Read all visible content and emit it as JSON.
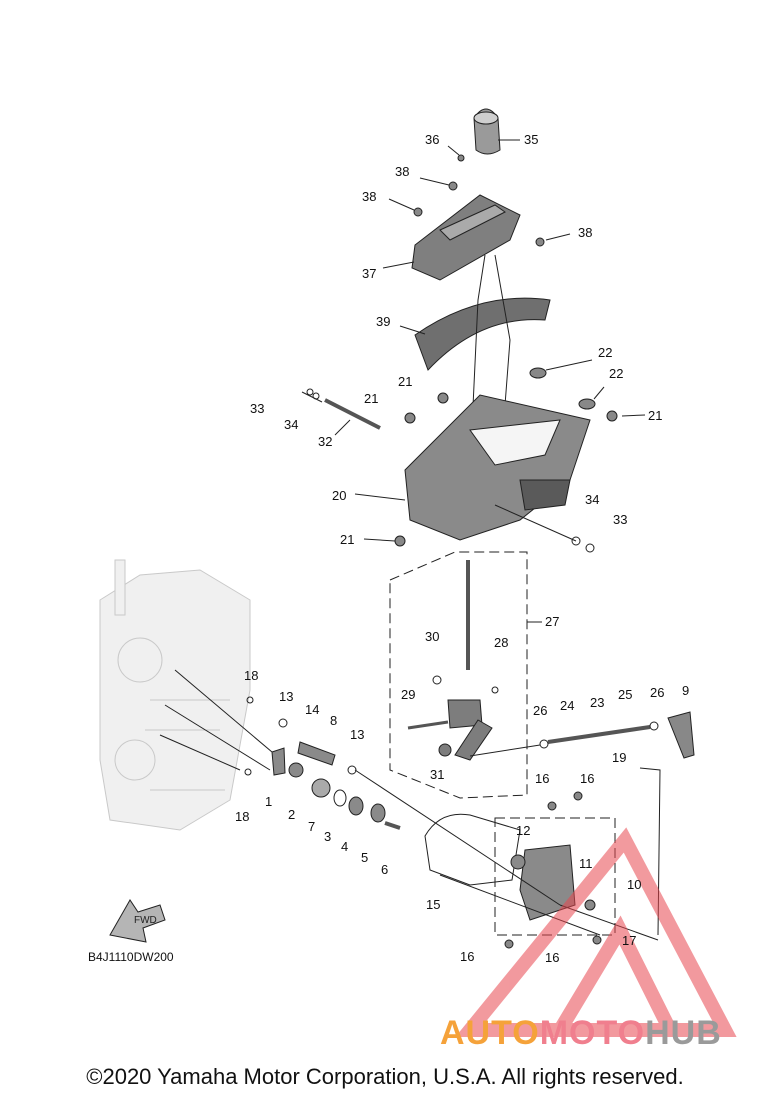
{
  "diagram": {
    "code": "B4J1110DW200",
    "copyright": "©2020 Yamaha Motor Corporation, U.S.A. All rights reserved.",
    "fwd_label": "FWD",
    "callouts": [
      {
        "id": "c35",
        "label": "35"
      },
      {
        "id": "c36",
        "label": "36"
      },
      {
        "id": "c38a",
        "label": "38"
      },
      {
        "id": "c38b",
        "label": "38"
      },
      {
        "id": "c38c",
        "label": "38"
      },
      {
        "id": "c37",
        "label": "37"
      },
      {
        "id": "c39",
        "label": "39"
      },
      {
        "id": "c22a",
        "label": "22"
      },
      {
        "id": "c22b",
        "label": "22"
      },
      {
        "id": "c21a",
        "label": "21"
      },
      {
        "id": "c21b",
        "label": "21"
      },
      {
        "id": "c21c",
        "label": "21"
      },
      {
        "id": "c21d",
        "label": "21"
      },
      {
        "id": "c33a",
        "label": "33"
      },
      {
        "id": "c34a",
        "label": "34"
      },
      {
        "id": "c32",
        "label": "32"
      },
      {
        "id": "c20",
        "label": "20"
      },
      {
        "id": "c34b",
        "label": "34"
      },
      {
        "id": "c33b",
        "label": "33"
      },
      {
        "id": "c27",
        "label": "27"
      },
      {
        "id": "c30",
        "label": "30"
      },
      {
        "id": "c28",
        "label": "28"
      },
      {
        "id": "c29",
        "label": "29"
      },
      {
        "id": "c31",
        "label": "31"
      },
      {
        "id": "c26a",
        "label": "26"
      },
      {
        "id": "c24",
        "label": "24"
      },
      {
        "id": "c23",
        "label": "23"
      },
      {
        "id": "c25",
        "label": "25"
      },
      {
        "id": "c26b",
        "label": "26"
      },
      {
        "id": "c9",
        "label": "9"
      },
      {
        "id": "c19",
        "label": "19"
      },
      {
        "id": "c18a",
        "label": "18"
      },
      {
        "id": "c13a",
        "label": "13"
      },
      {
        "id": "c14",
        "label": "14"
      },
      {
        "id": "c8",
        "label": "8"
      },
      {
        "id": "c13b",
        "label": "13"
      },
      {
        "id": "c1",
        "label": "1"
      },
      {
        "id": "c2",
        "label": "2"
      },
      {
        "id": "c7",
        "label": "7"
      },
      {
        "id": "c3",
        "label": "3"
      },
      {
        "id": "c4",
        "label": "4"
      },
      {
        "id": "c5",
        "label": "5"
      },
      {
        "id": "c6",
        "label": "6"
      },
      {
        "id": "c18b",
        "label": "18"
      },
      {
        "id": "c16a",
        "label": "16"
      },
      {
        "id": "c16b",
        "label": "16"
      },
      {
        "id": "c12",
        "label": "12"
      },
      {
        "id": "c11",
        "label": "11"
      },
      {
        "id": "c10",
        "label": "10"
      },
      {
        "id": "c15",
        "label": "15"
      },
      {
        "id": "c17",
        "label": "17"
      },
      {
        "id": "c16c",
        "label": "16"
      },
      {
        "id": "c16d",
        "label": "16"
      }
    ]
  },
  "watermark": {
    "part1": "AUTO",
    "part2": "MOTO",
    "part3": "HUB",
    "colors": {
      "auto": "#f5a23a",
      "moto": "#f07f8e",
      "hub": "#9a9a9a",
      "triangle": "#e8474f"
    }
  }
}
